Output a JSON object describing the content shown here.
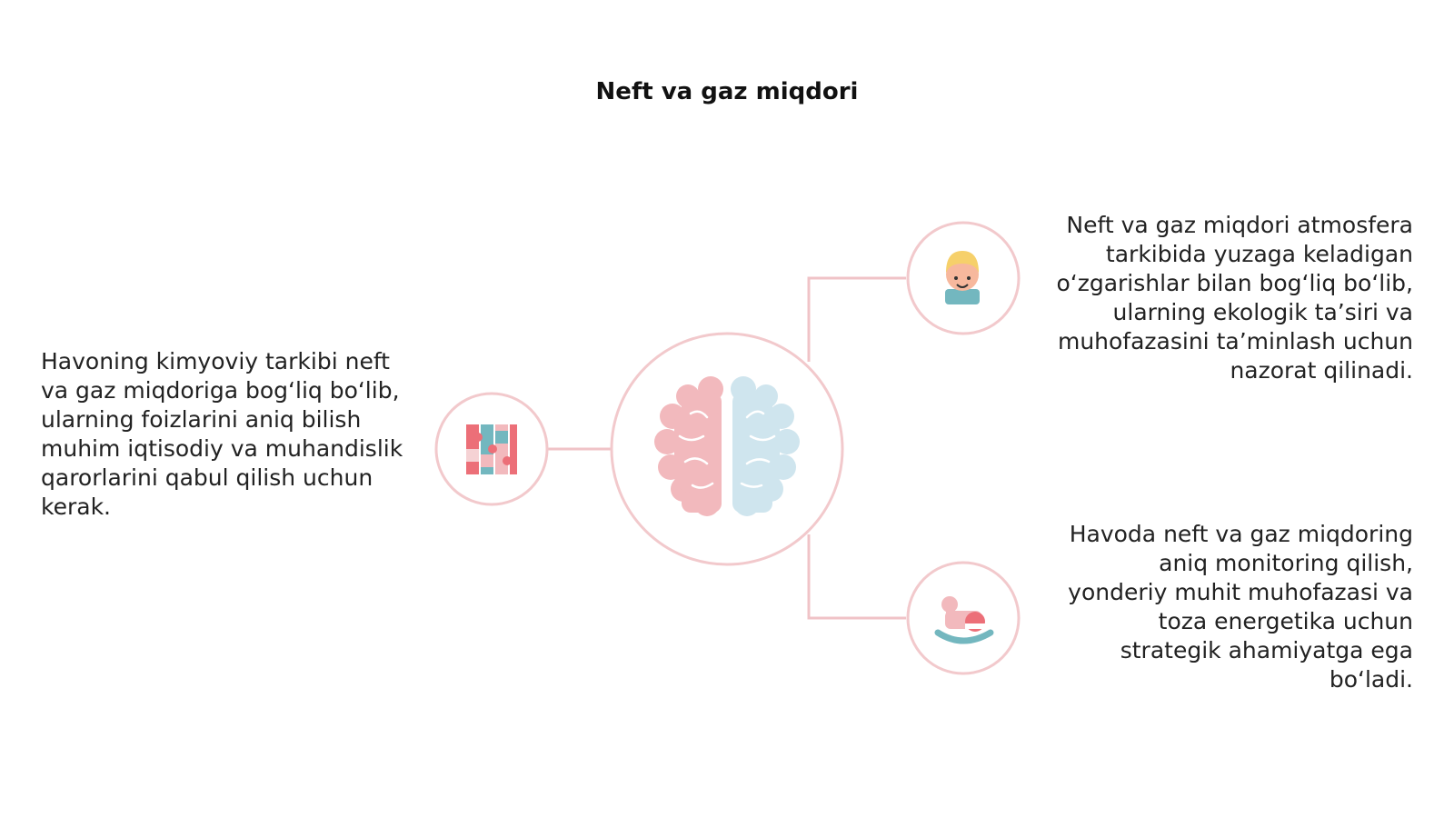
{
  "title": "Neft va gaz miqdori",
  "colors": {
    "ring": "#f2c9cc",
    "connector": "#f0c3c7",
    "brain_left": "#f2b9bd",
    "brain_right": "#cfe5ee",
    "teal": "#73b7bf",
    "coral": "#ec6f78"
  },
  "nodes": {
    "left": {
      "icon": "puzzle-blocks-icon",
      "text": "Havoning kimyoviy tarkibi neft va gaz miqdoriga bog‘liq bo‘lib, ularning foizlarini aniq bilish muhim iqtisodiy va muhandislik qarorlarini qabul qilish uchun kerak."
    },
    "top_right": {
      "icon": "child-face-icon",
      "text": "Neft va gaz miqdori atmosfera tarkibida yuzaga keladigan o‘zgarishlar bilan bog‘liq bo‘lib, ularning ekologik ta’siri va muhofazasini ta’minlash uchun nazorat qilinadi."
    },
    "bottom_right": {
      "icon": "rocking-horse-icon",
      "text": "Havoda neft va gaz miqdoring aniq monitoring qilish, yonderiy muhit muhofazasi va toza energetika uchun strategik ahamiyatga ega bo‘ladi."
    },
    "center": {
      "icon": "brain-icon"
    }
  }
}
